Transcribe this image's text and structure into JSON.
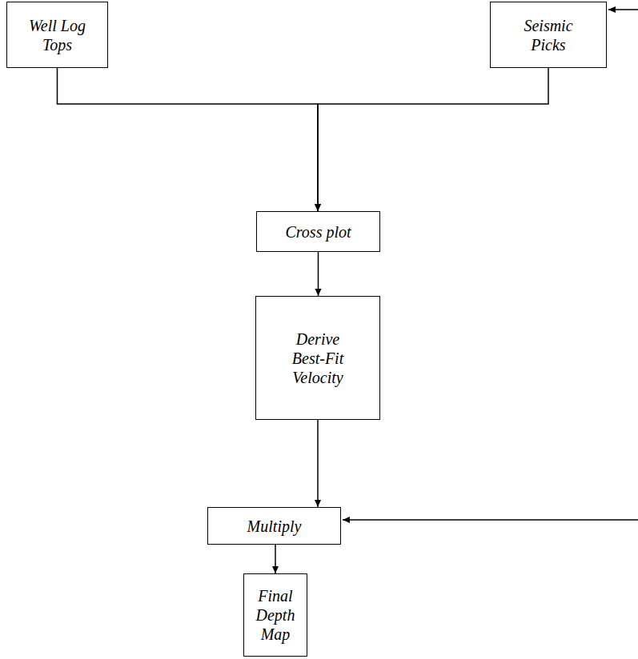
{
  "diagram": {
    "nodes": [
      {
        "text": [
          "Well Log Tops"
        ]
      },
      {
        "text": [
          "Seismic Picks"
        ]
      },
      {
        "text": [
          "Cross plot"
        ]
      },
      {
        "text": [
          "Derive Best-Fit Velocity"
        ]
      },
      {
        "text": [
          "Multiply"
        ]
      },
      {
        "text": [
          "Final Depth Map"
        ]
      }
    ],
    "edges": [
      {
        "from": 0,
        "to": 2,
        "arrow": "to"
      },
      {
        "from": 1,
        "to": 2,
        "arrow": "to"
      },
      {
        "from": 2,
        "to": 3,
        "arrow": "to"
      },
      {
        "from": 3,
        "to": 4,
        "arrow": "to"
      },
      {
        "from": 4,
        "to": 5,
        "arrow": "to"
      }
    ]
  }
}
